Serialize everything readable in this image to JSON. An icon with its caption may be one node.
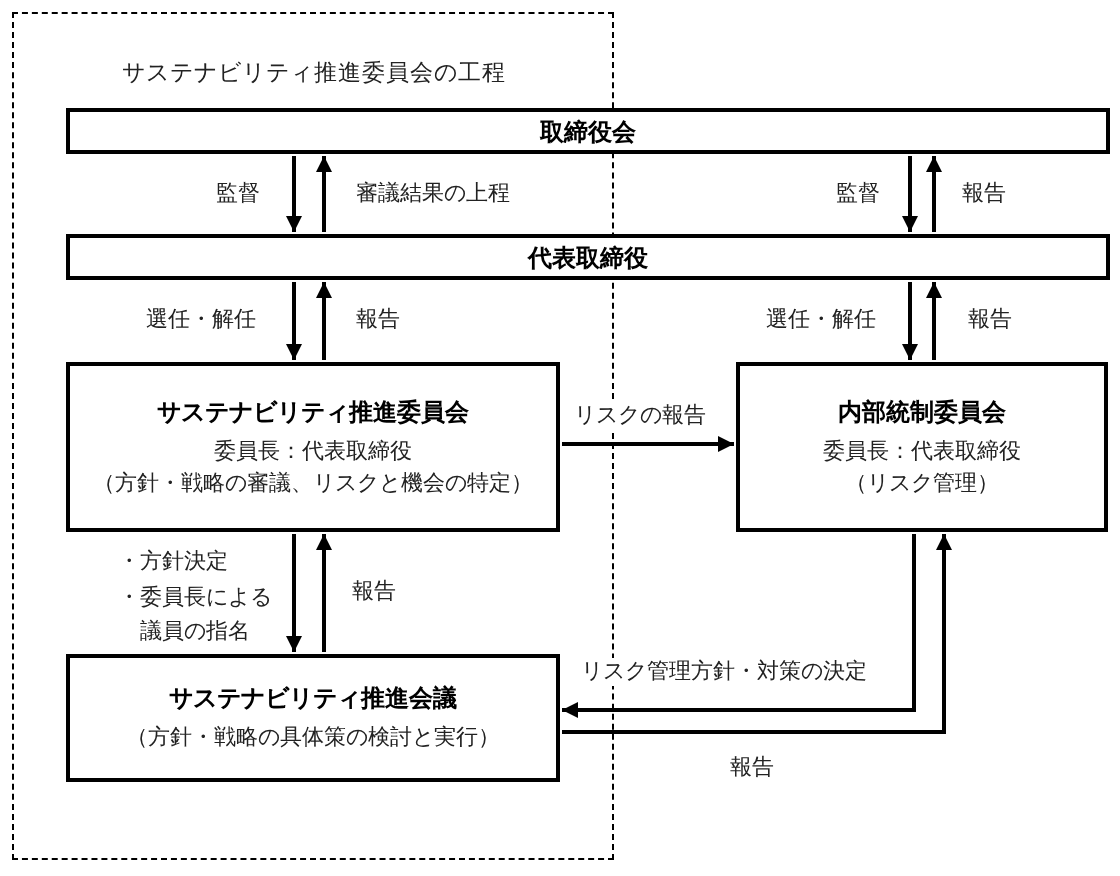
{
  "diagram": {
    "nodes": [
      {
        "text": [
          "サステナビリティ推進委員会の工程"
        ]
      },
      {
        "text": [
          "取締役会"
        ]
      },
      {
        "text": [
          "代表取締役"
        ]
      },
      {
        "text": [
          "サステナビリティ推進委員会",
          "委員長：代表取締役",
          "（方針・戦略の審議、リスクと機会の特定）"
        ],
        "in": 0
      },
      {
        "text": [
          "内部統制委員会",
          "委員長：代表取締役",
          "（リスク管理）"
        ]
      },
      {
        "text": [
          "サステナビリティ推進会議",
          "（方針・戦略の具体策の検討と実行）"
        ],
        "in": 0
      }
    ],
    "edges": [
      {
        "from": 1,
        "to": 2,
        "arrow": "to",
        "label": "監督"
      },
      {
        "from": 2,
        "to": 1,
        "arrow": "to",
        "label": "審議結果の上程"
      },
      {
        "from": 1,
        "to": 2,
        "arrow": "to",
        "label": "監督"
      },
      {
        "from": 2,
        "to": 1,
        "arrow": "to",
        "label": "報告"
      },
      {
        "from": 2,
        "to": 3,
        "arrow": "to",
        "label": "選任・解任"
      },
      {
        "from": 3,
        "to": 2,
        "arrow": "to",
        "label": "報告"
      },
      {
        "from": 2,
        "to": 4,
        "arrow": "to",
        "label": "選任・解任"
      },
      {
        "from": 4,
        "to": 2,
        "arrow": "to",
        "label": "報告"
      },
      {
        "from": 3,
        "to": 4,
        "arrow": "to",
        "label": "リスクの報告"
      },
      {
        "from": 3,
        "to": 5,
        "arrow": "to",
        "label": "・方針決定・委員長による議員の指名"
      },
      {
        "from": 5,
        "to": 3,
        "arrow": "to",
        "label": "報告"
      },
      {
        "from": 4,
        "to": 5,
        "arrow": "to",
        "label": "リスク管理方針・対策の決定"
      },
      {
        "from": 5,
        "to": 4,
        "arrow": "to",
        "label": "報告"
      }
    ]
  }
}
